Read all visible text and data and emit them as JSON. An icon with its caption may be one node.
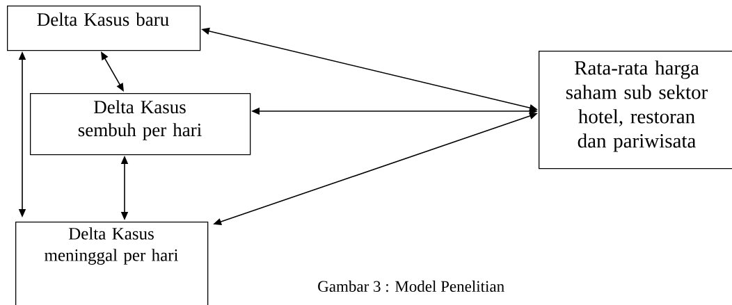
{
  "diagram": {
    "caption": "Gambar 3 : Model Penelitian",
    "nodes": [
      {
        "text": [
          "Delta Kasus baru"
        ]
      },
      {
        "text": [
          "Delta Kasus sembuh per hari"
        ]
      },
      {
        "text": [
          "Delta Kasus meninggal per hari"
        ]
      },
      {
        "text": [
          "Rata-rata harga saham sub sektor hotel, restoran dan pariwisata"
        ]
      }
    ],
    "edges": [
      {
        "from": 0,
        "to": 3,
        "arrow": "both"
      },
      {
        "from": 1,
        "to": 3,
        "arrow": "both"
      },
      {
        "from": 2,
        "to": 3,
        "arrow": "both"
      },
      {
        "from": 0,
        "to": 1,
        "arrow": "both"
      },
      {
        "from": 1,
        "to": 2,
        "arrow": "both"
      },
      {
        "from": 0,
        "to": 2,
        "arrow": "both"
      }
    ]
  }
}
